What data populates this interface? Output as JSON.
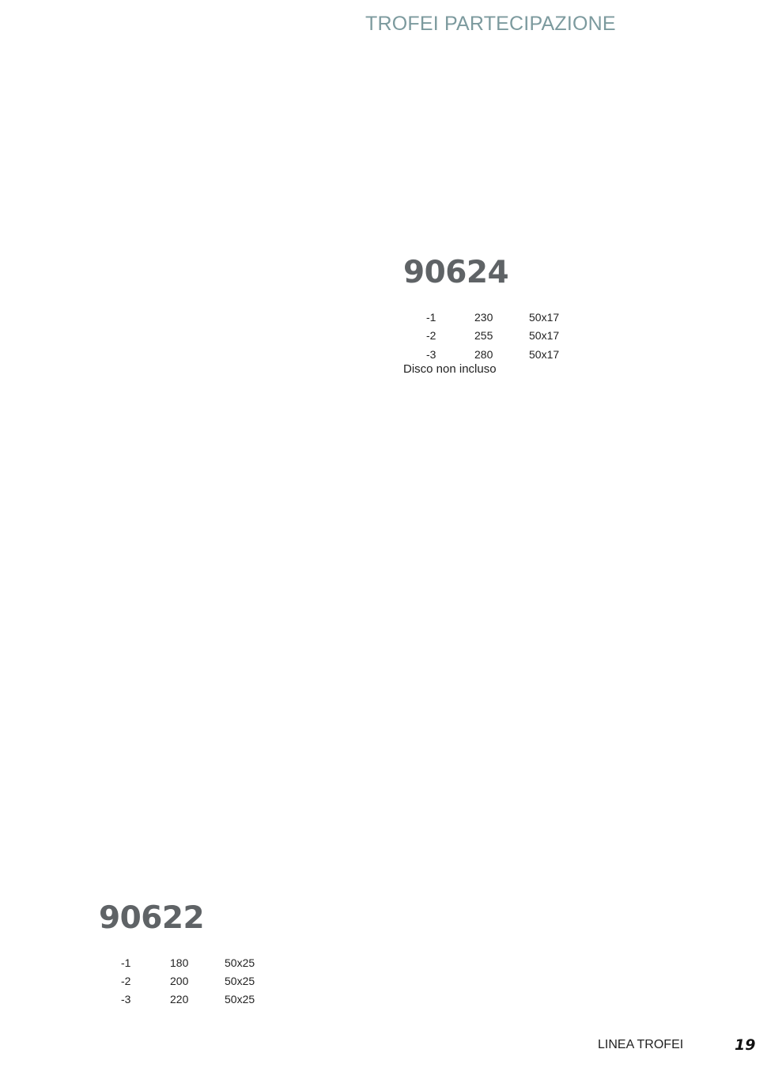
{
  "header": {
    "title": "TROFEI PARTECIPAZIONE"
  },
  "products": [
    {
      "code": "90624",
      "rows": [
        {
          "variant": "-1",
          "height": "230",
          "size": "50x17"
        },
        {
          "variant": "-2",
          "height": "255",
          "size": "50x17"
        },
        {
          "variant": "-3",
          "height": "280",
          "size": "50x17"
        }
      ],
      "note": "Disco non incluso"
    },
    {
      "code": "90622",
      "rows": [
        {
          "variant": "-1",
          "height": "180",
          "size": "50x25"
        },
        {
          "variant": "-2",
          "height": "200",
          "size": "50x25"
        },
        {
          "variant": "-3",
          "height": "220",
          "size": "50x25"
        }
      ]
    }
  ],
  "footer": {
    "section": "LINEA TROFEI",
    "page_number": "19"
  }
}
